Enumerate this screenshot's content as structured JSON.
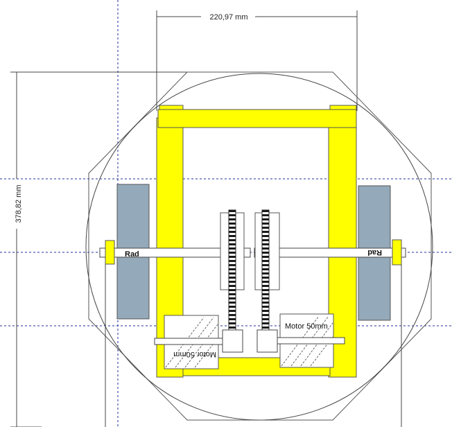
{
  "dimensions": {
    "width_label": "220,97 mm",
    "height_label": "378,82 mm"
  },
  "labels": {
    "wheel_left": "Rad",
    "wheel_right": "Rad",
    "motor_right": "Motor 50mm",
    "motor_left": "Motor 50mm"
  },
  "colors": {
    "frame": "#ffff00",
    "wheel": "#94a9b9",
    "axle_hub": "#ffff00",
    "guide_line": "#1f2d9e"
  }
}
